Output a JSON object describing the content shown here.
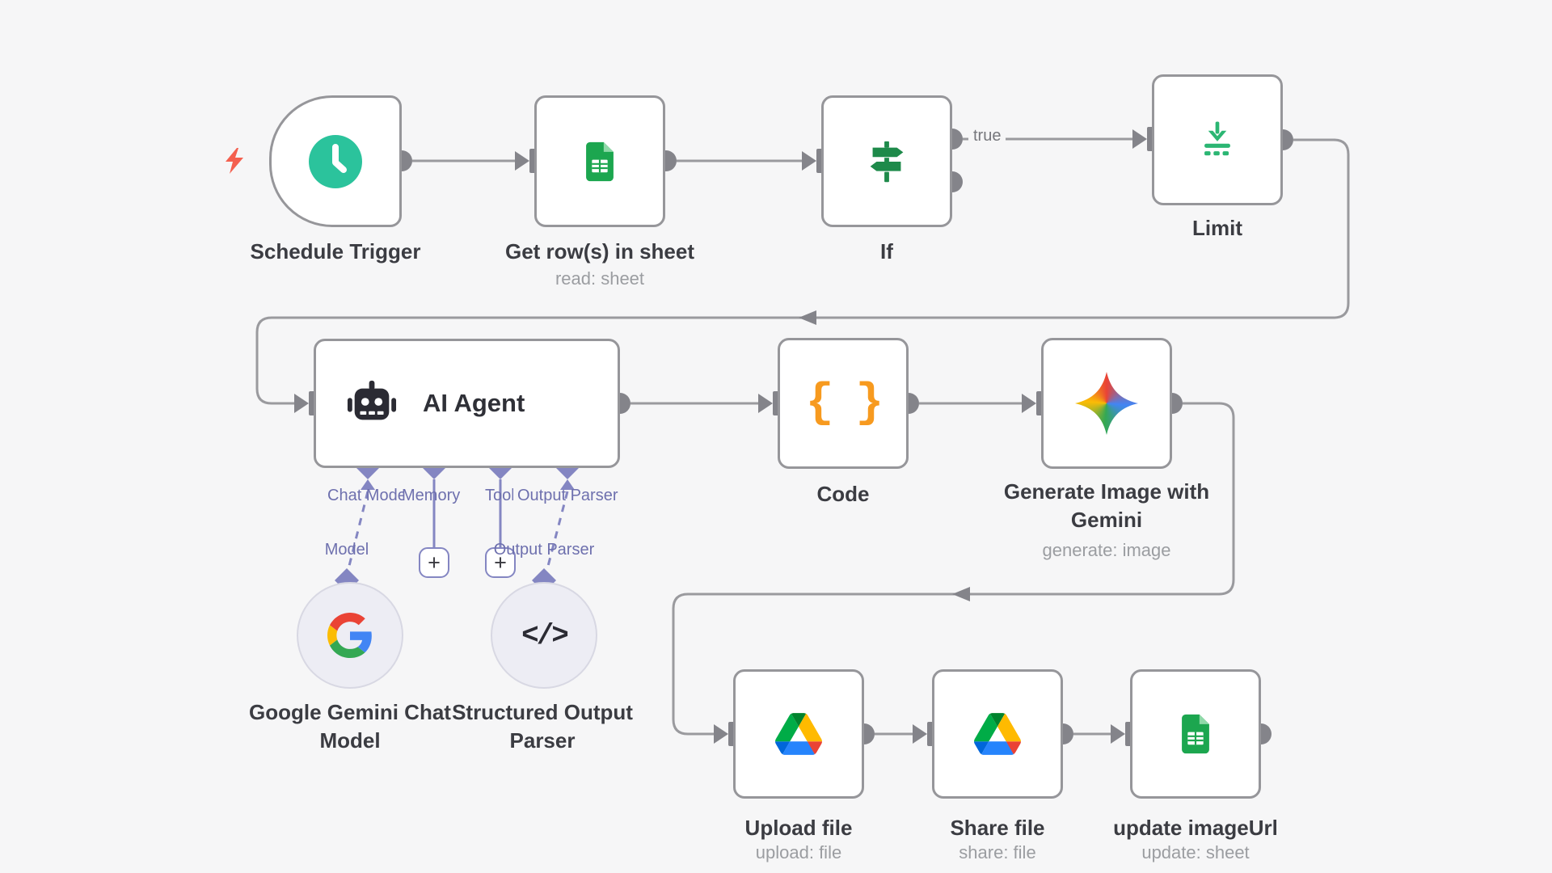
{
  "workflow": {
    "edge_labels": {
      "if_true": "true"
    },
    "nodes": {
      "schedule_trigger": {
        "label": "Schedule Trigger"
      },
      "get_rows": {
        "label": "Get row(s) in sheet",
        "subtitle": "read: sheet"
      },
      "if": {
        "label": "If"
      },
      "limit": {
        "label": "Limit"
      },
      "ai_agent": {
        "label": "AI Agent",
        "ports": {
          "chat_model": "Chat Model",
          "memory": "Memory",
          "tool": "Tool",
          "output_parser": "Output Parser"
        }
      },
      "code": {
        "label": "Code",
        "glyph": "{ }"
      },
      "generate_image": {
        "label": "Generate Image with Gemini",
        "subtitle": "generate: image"
      },
      "gemini_chat_model": {
        "label": "Google Gemini Chat Model",
        "port_label": "Model"
      },
      "structured_output_parser": {
        "label": "Structured Output Parser",
        "port_label": "Output Parser",
        "glyph": "</>"
      },
      "upload_file": {
        "label": "Upload file",
        "subtitle": "upload: file"
      },
      "share_file": {
        "label": "Share file",
        "subtitle": "share: file"
      },
      "update_imageurl": {
        "label": "update imageUrl",
        "subtitle": "update: sheet"
      }
    },
    "ui": {
      "plus": "+"
    },
    "colors": {
      "canvas_bg": "#f6f6f7",
      "node_border": "#96969a",
      "edge_gray": "#9a9a9e",
      "port_gray": "#84848a",
      "trigger_teal": "#2bc39c",
      "sheets_green": "#1ca64f",
      "if_green": "#1e8a4a",
      "limit_green": "#2bb673",
      "code_orange": "#f79a1f",
      "ai_port_purple": "#8486c2",
      "bolt_red": "#f4604f"
    }
  }
}
